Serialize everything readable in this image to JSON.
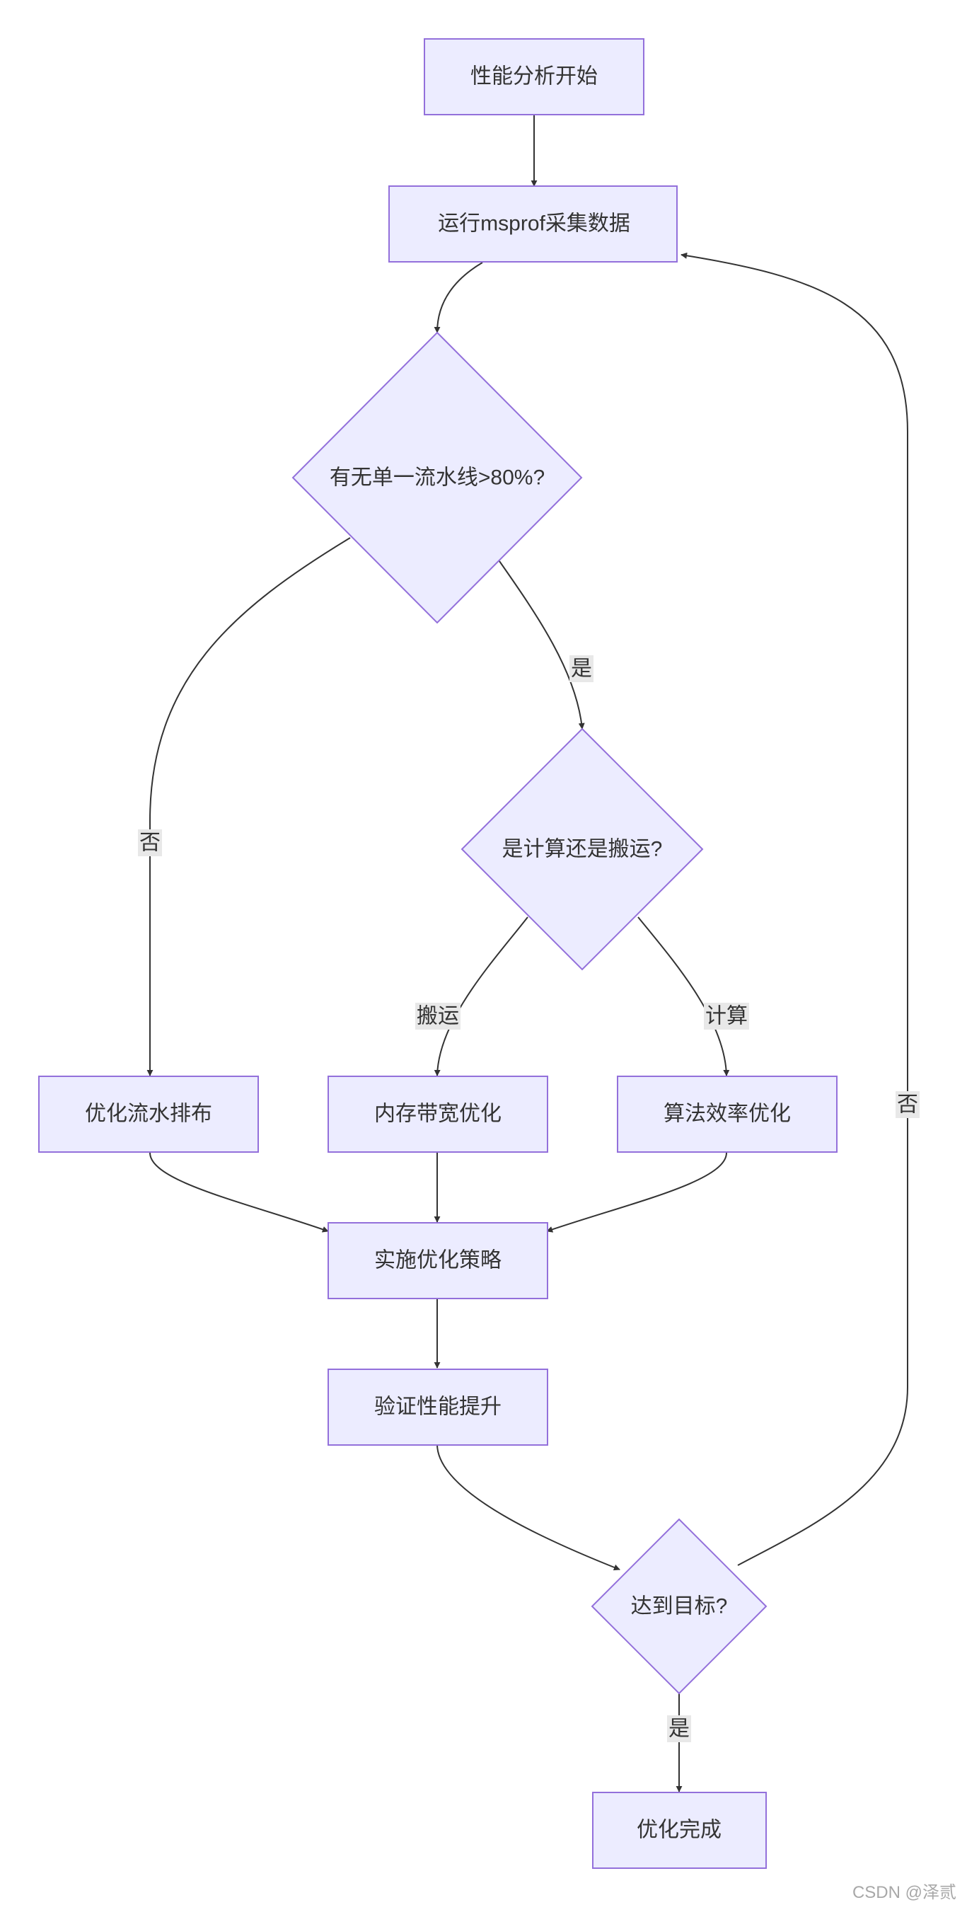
{
  "nodes": {
    "start": "性能分析开始",
    "collect": "运行msprof采集数据",
    "single_pipeline": "有无单一流水线>80%?",
    "compute_or_move": "是计算还是搬运?",
    "opt_pipeline": "优化流水排布",
    "mem_bandwidth": "内存带宽优化",
    "algo_efficiency": "算法效率优化",
    "apply_strategy": "实施优化策略",
    "verify": "验证性能提升",
    "goal_reached": "达到目标?",
    "done": "优化完成"
  },
  "edge_labels": {
    "yes_1": "是",
    "no_1": "否",
    "move": "搬运",
    "compute": "计算",
    "no_2": "否",
    "yes_2": "是"
  },
  "watermark": "CSDN @泽贰",
  "colors": {
    "node_fill": "#ececff",
    "node_stroke": "#9370db",
    "edge": "#333333",
    "label_bg": "#e8e8e8"
  }
}
